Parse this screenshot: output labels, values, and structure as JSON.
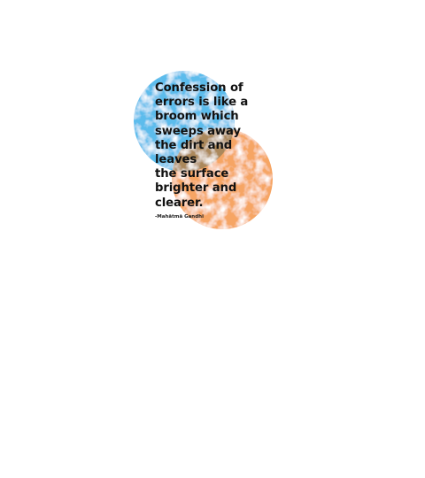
{
  "quote": {
    "lines": [
      "Confession of",
      "errors is like a",
      "broom which",
      "sweeps away",
      "the dirt and",
      "leaves",
      "the surface",
      "brighter and",
      "clearer."
    ],
    "attribution": "-Mahātmā Gandhi"
  },
  "colors": {
    "blue_circle": "#5bc0eb",
    "orange_circle": "#f4a261",
    "overlap": "#b08a5a",
    "text": "#111111"
  }
}
